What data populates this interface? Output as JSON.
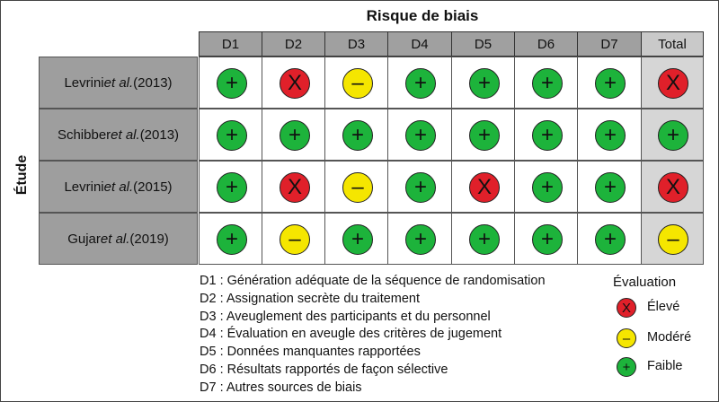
{
  "title": "Risque de biais",
  "y_title": "Étude",
  "colors": {
    "high": "#e0202a",
    "moderate": "#f5e600",
    "low": "#1db33b"
  },
  "symbols": {
    "high": "X",
    "moderate": "–",
    "low": "+"
  },
  "columns": [
    "D1",
    "D2",
    "D3",
    "D4",
    "D5",
    "D6",
    "D7",
    "Total"
  ],
  "studies": [
    {
      "author": "Levrini",
      "etal": "et al.",
      "year": "(2013)",
      "ratings": [
        "low",
        "high",
        "moderate",
        "low",
        "low",
        "low",
        "low",
        "high"
      ]
    },
    {
      "author": "Schibber",
      "etal": "et al.",
      "year": "(2013)",
      "ratings": [
        "low",
        "low",
        "low",
        "low",
        "low",
        "low",
        "low",
        "low"
      ]
    },
    {
      "author": "Levrini",
      "etal": "et al.",
      "year": "(2015)",
      "ratings": [
        "low",
        "high",
        "moderate",
        "low",
        "high",
        "low",
        "low",
        "high"
      ]
    },
    {
      "author": "Gujar",
      "etal": "et al.",
      "year": "(2019)",
      "ratings": [
        "low",
        "moderate",
        "low",
        "low",
        "low",
        "low",
        "low",
        "moderate"
      ]
    }
  ],
  "definitions": [
    "D1 : Génération adéquate de la séquence de randomisation",
    "D2 : Assignation secrète du traitement",
    "D3 : Aveuglement des participants et du personnel",
    "D4 : Évaluation en aveugle des critères de jugement",
    "D5 : Données manquantes rapportées",
    "D6 : Résultats rapportés de façon sélective",
    "D7 : Autres sources de biais"
  ],
  "legend": {
    "title": "Évaluation",
    "items": [
      {
        "level": "high",
        "label": "Élevé"
      },
      {
        "level": "moderate",
        "label": "Modéré"
      },
      {
        "level": "low",
        "label": "Faible"
      }
    ]
  }
}
